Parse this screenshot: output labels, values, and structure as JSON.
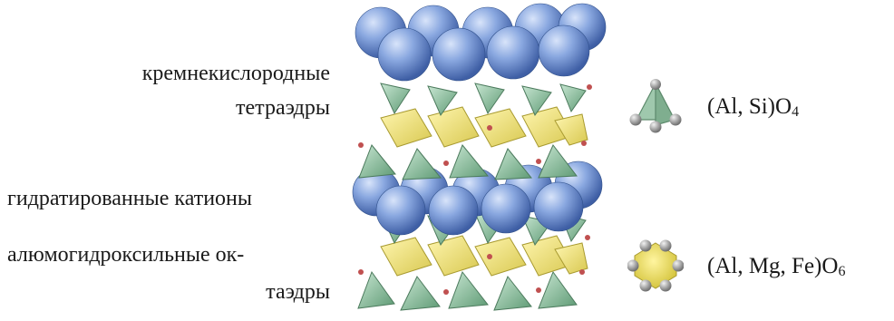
{
  "labels": {
    "tetrahedra_line1": "кремнекислородные",
    "tetrahedra_line2": "тетраэдры",
    "hydrated_cations": "гидратированные катионы",
    "octahedra_line1": "алюмогидроксильные ок-",
    "octahedra_line2": "таэдры"
  },
  "formulas": {
    "tetrahedral": {
      "main": "(Al, Si)O",
      "subscript": "4"
    },
    "octahedral": {
      "main": "(Al, Mg, Fe)O",
      "subscript": "6"
    }
  },
  "colors": {
    "cation_sphere": "#7f9fda",
    "tetrahedron": "#8fbfa0",
    "octahedron": "#e8dc7a",
    "hydroxyl_atom": "#c05050",
    "oxygen_atom": "#9a9a9a"
  },
  "icons": {
    "tetrahedral": "tetrahedron-unit-icon",
    "octahedral": "octahedron-unit-icon"
  }
}
